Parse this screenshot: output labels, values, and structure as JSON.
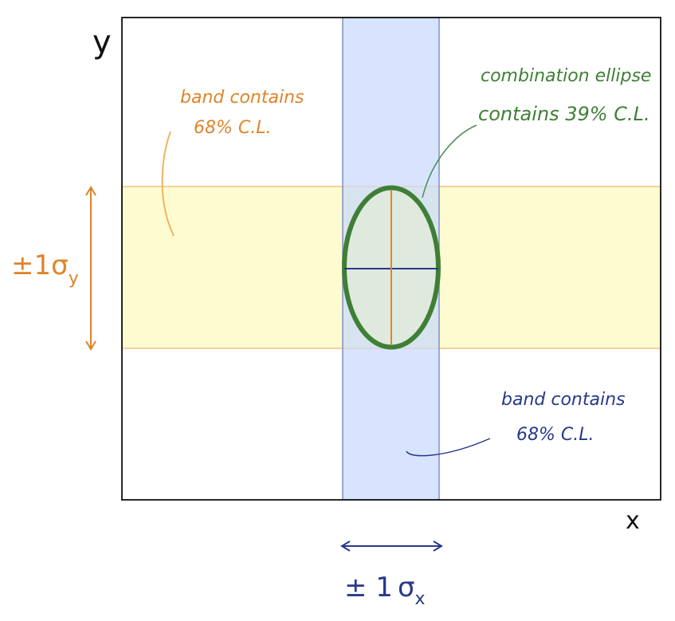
{
  "axes": {
    "x_label": "x",
    "y_label": "y"
  },
  "annotations": {
    "orange_band_line1": "band contains",
    "orange_band_line2": "68% C.L.",
    "blue_band_line1": "band contains",
    "blue_band_line2": "68% C.L.",
    "ellipse_line1": "combination ellipse",
    "ellipse_line2": "contains 39% C.L.",
    "sigma_y_pm": "±1",
    "sigma_y_sym": "σ",
    "sigma_y_sub": "y",
    "sigma_x_pm": "± 1",
    "sigma_x_sym": "σ",
    "sigma_x_sub": "x"
  },
  "colors": {
    "orange": "#e0842a",
    "blue": "#27398a",
    "green": "#3f7f35",
    "yellow_band": "#fffbd0",
    "blue_band": "#d9e5fd"
  }
}
